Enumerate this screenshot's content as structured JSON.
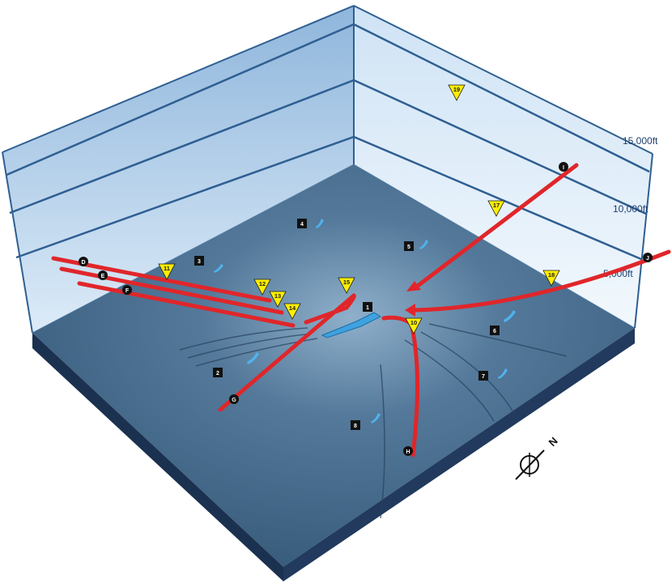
{
  "altitudes": [
    {
      "label": "15,000ft"
    },
    {
      "label": "10,000ft"
    },
    {
      "label": "5,000ft"
    }
  ],
  "compass": {
    "label": "N",
    "icon": "north-arrow-icon"
  },
  "track_labels": [
    "D",
    "E",
    "F",
    "G",
    "H",
    "I",
    "J"
  ],
  "event_markers": [
    "10",
    "11",
    "12",
    "13",
    "14",
    "15",
    "17",
    "18",
    "19"
  ],
  "ship_markers": [
    "1",
    "2",
    "3",
    "4",
    "5",
    "6",
    "7",
    "8"
  ],
  "colors": {
    "track": "#e0262a",
    "marker_yellow": "#ffee00",
    "ship": "#3ea2e0",
    "water": "#3d6383",
    "wall": "#cfe4f6"
  }
}
